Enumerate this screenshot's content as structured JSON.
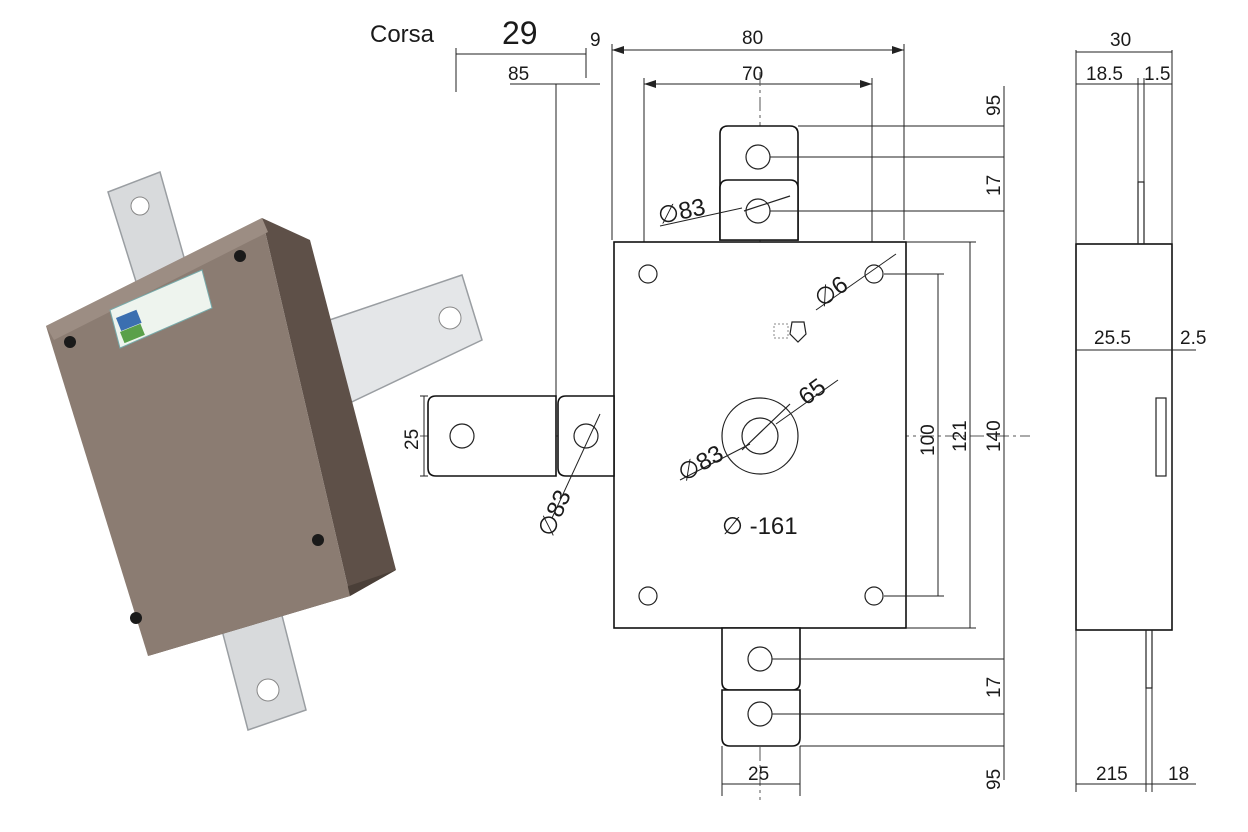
{
  "labels": {
    "corsa": "Corsa",
    "corsa_value": "29",
    "dim_9": "9",
    "dim_80": "80",
    "dim_70": "70",
    "dim_85": "85",
    "dim_95_top": "95",
    "dim_17_top": "17",
    "dim_d83_top": "∅83",
    "dim_d6": "∅6",
    "dim_65": "65",
    "dim_d83_center": "∅83",
    "dim_d83_left": "∅83",
    "dim_25_left": "25",
    "dim_100": "100",
    "dim_121": "121",
    "dim_140": "140",
    "dim_d161": "∅ -161",
    "dim_17_bottom": "17",
    "dim_95_bottom": "95",
    "dim_25_bottom": "25",
    "dim_30": "30",
    "dim_18_5": "18.5",
    "dim_1_5": "1.5",
    "dim_25_5": "25.5",
    "dim_2_5": "2.5",
    "dim_215": "215",
    "dim_18": "18"
  }
}
